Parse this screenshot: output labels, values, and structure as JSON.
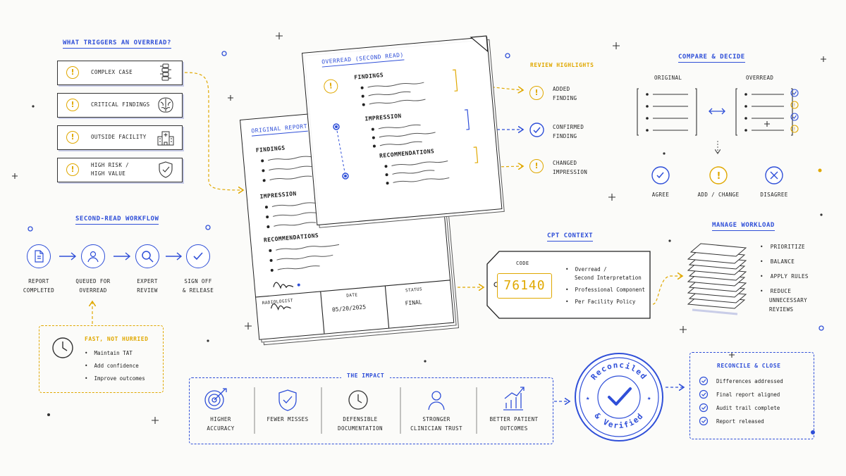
{
  "triggers": {
    "title": "What triggers an overread?",
    "items": [
      {
        "label_1": "Complex case",
        "label_2": "",
        "icon": "spine-icon"
      },
      {
        "label_1": "Critical findings",
        "label_2": "",
        "icon": "brain-icon"
      },
      {
        "label_1": "Outside facility",
        "label_2": "",
        "icon": "hospital-icon"
      },
      {
        "label_1": "High risk /",
        "label_2": "High value",
        "icon": "shield-check-icon"
      }
    ]
  },
  "workflow": {
    "title": "Second-read workflow",
    "steps": [
      {
        "l1": "Report",
        "l2": "Completed",
        "icon": "document-icon"
      },
      {
        "l1": "Queued for",
        "l2": "Overread",
        "icon": "user-icon"
      },
      {
        "l1": "Expert",
        "l2": "Review",
        "icon": "magnifier-icon"
      },
      {
        "l1": "Sign off",
        "l2": "& Release",
        "icon": "check-circle-icon"
      }
    ]
  },
  "fast": {
    "title": "Fast, not hurried",
    "items": [
      "Maintain TAT",
      "Add confidence",
      "Improve outcomes"
    ]
  },
  "original_report": {
    "title": "Original Report",
    "findings": "Findings",
    "impression": "Impression",
    "recommendations": "Recommendations",
    "radiologist_label": "Radiologist",
    "date_label": "Date",
    "date_value": "05/20/2025",
    "status_label": "Status",
    "status_value": "Final"
  },
  "overread": {
    "title": "Overread (Second Read)",
    "findings": "Findings",
    "impression": "Impression",
    "recommendations": "Recommendations"
  },
  "highlights": {
    "title": "Review highlights",
    "items": [
      {
        "l1": "Added",
        "l2": "finding"
      },
      {
        "l1": "Confirmed",
        "l2": "finding"
      },
      {
        "l1": "Changed",
        "l2": "impression"
      }
    ]
  },
  "compare": {
    "title": "Compare & decide",
    "original": "Original",
    "overread": "Overread",
    "decisions": [
      "Agree",
      "Add / Change",
      "Disagree"
    ]
  },
  "cpt": {
    "title": "CPT context",
    "code_label": "Code",
    "code": "76140",
    "bullets": [
      "Overread /",
      "Second Interpretation",
      "Professional Component",
      "Per Facility Policy"
    ]
  },
  "workload": {
    "title": "Manage workload",
    "items": [
      "Prioritize",
      "Balance",
      "Apply rules",
      "Reduce",
      "unnecessary",
      "reviews"
    ]
  },
  "impact": {
    "title": "The impact",
    "items": [
      {
        "l1": "Higher",
        "l2": "accuracy"
      },
      {
        "l1": "Fewer misses",
        "l2": ""
      },
      {
        "l1": "Defensible",
        "l2": "documentation"
      },
      {
        "l1": "Stronger",
        "l2": "clinician trust"
      },
      {
        "l1": "Better patient",
        "l2": "outcomes"
      }
    ]
  },
  "stamp": {
    "top": "Reconciled",
    "bottom": "& Verified"
  },
  "reconcile": {
    "title": "Reconcile & close",
    "items": [
      "Differences addressed",
      "Final report aligned",
      "Audit trail complete",
      "Report released"
    ]
  },
  "colors": {
    "blue": "#2f4fd8",
    "gold": "#e0a800",
    "ink": "#1e1e1e"
  }
}
